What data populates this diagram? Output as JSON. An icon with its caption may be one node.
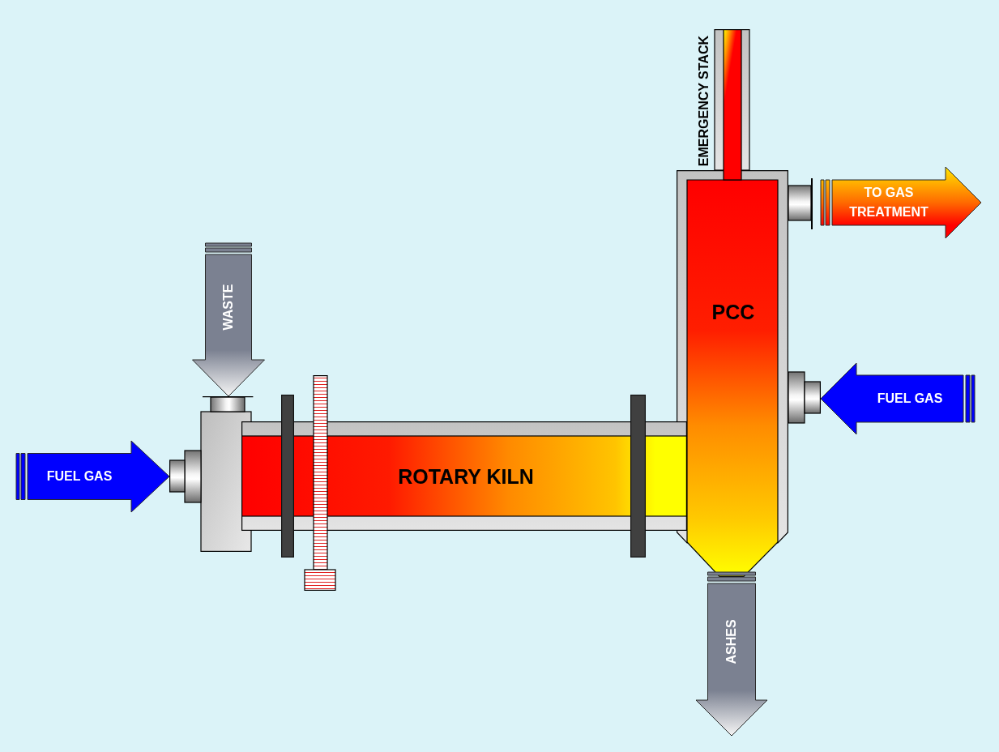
{
  "diagram": {
    "nodes": [
      {
        "text": [
          "EMERGENCY STACK"
        ]
      },
      {
        "text": [
          "PCC"
        ]
      },
      {
        "text": [],
        "shape": "box"
      },
      {
        "text": [
          "ROTARY KILN"
        ]
      },
      {
        "text": [],
        "shape": "bar"
      },
      {
        "text": [],
        "shape": "bar"
      }
    ],
    "edges": [
      {
        "from": 1,
        "to": null,
        "arrow": "to",
        "label": "TO GAS TREATMENT",
        "color": "#ff6a00"
      },
      {
        "from": null,
        "to": 2,
        "arrow": "to",
        "label": "WASTE",
        "color": "#7b8191"
      },
      {
        "from": null,
        "to": 1,
        "arrow": "to",
        "label": "FUEL GAS",
        "color": "#0000ff"
      },
      {
        "from": null,
        "to": 2,
        "arrow": "to",
        "label": "FUEL GAS",
        "color": "#0000ff"
      },
      {
        "from": 1,
        "to": null,
        "arrow": "to",
        "label": "ASHES",
        "color": "#7b8191"
      }
    ]
  }
}
